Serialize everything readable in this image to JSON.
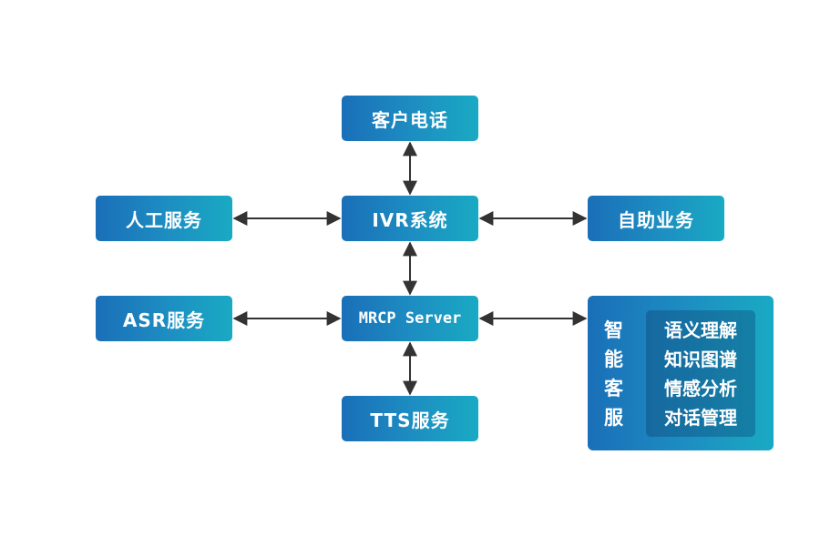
{
  "nodes": {
    "customer_phone": "客户电话",
    "manual_service": "人工服务",
    "ivr_system": "IVR系统",
    "self_service": "自助业务",
    "asr_service": "ASR服务",
    "mrcp_server": "MRCP Server",
    "tts_service": "TTS服务"
  },
  "smart_service": {
    "title_chars": [
      "智",
      "能",
      "客",
      "服"
    ],
    "features": [
      "语义理解",
      "知识图谱",
      "情感分析",
      "对话管理"
    ]
  },
  "colors": {
    "node_gradient_start": "#1a6fb8",
    "node_gradient_end": "#19aac3",
    "arrow": "#333333"
  }
}
